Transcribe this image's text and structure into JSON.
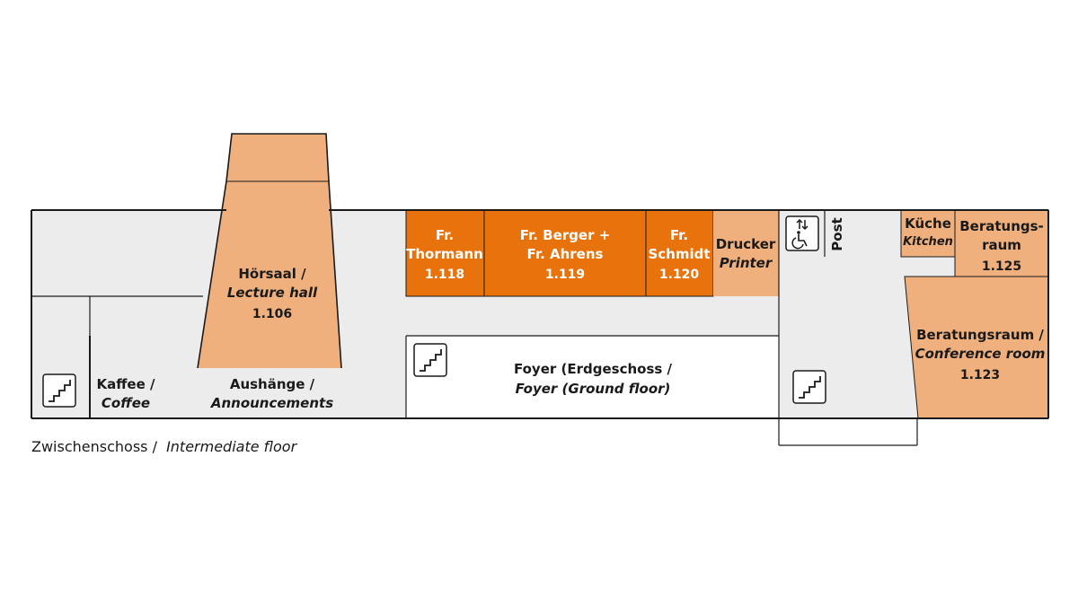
{
  "colors": {
    "corridor": "#ececec",
    "room_light": "#f0b07d",
    "room_dark": "#e8720c",
    "wall": "#1a1a1a"
  },
  "caption": {
    "de": "Zwischenschoss /",
    "en": "Intermediate floor"
  },
  "rooms": {
    "lecture_hall": {
      "line1": "Hörsaal /",
      "line2": "Lecture hall",
      "number": "1.106"
    },
    "thormann": {
      "line1": "Fr.",
      "line2": "Thormann",
      "number": "1.118"
    },
    "berger_ahrens": {
      "line1": "Fr. Berger +",
      "line2": "Fr. Ahrens",
      "number": "1.119"
    },
    "schmidt": {
      "line1": "Fr.",
      "line2": "Schmidt",
      "number": "1.120"
    },
    "printer": {
      "line1": "Drucker",
      "line2": "Printer"
    },
    "kitchen": {
      "line1": "Küche",
      "line2": "Kitchen"
    },
    "consulting_room": {
      "line1": "Beratungs-",
      "line2": "raum",
      "number": "1.125"
    },
    "conference_room": {
      "line1": "Beratungsraum /",
      "line2": "Conference room",
      "number": "1.123"
    }
  },
  "areas": {
    "coffee": {
      "line1": "Kaffee /",
      "line2": "Coffee"
    },
    "announcements": {
      "line1": "Aushänge /",
      "line2": "Announcements"
    },
    "foyer": {
      "line1": "Foyer (Erdgeschoss /",
      "line2": "Foyer (Ground floor)"
    },
    "post": "Post"
  },
  "icons": [
    "stairs-icon",
    "elevator-icon",
    "wheelchair-icon"
  ]
}
